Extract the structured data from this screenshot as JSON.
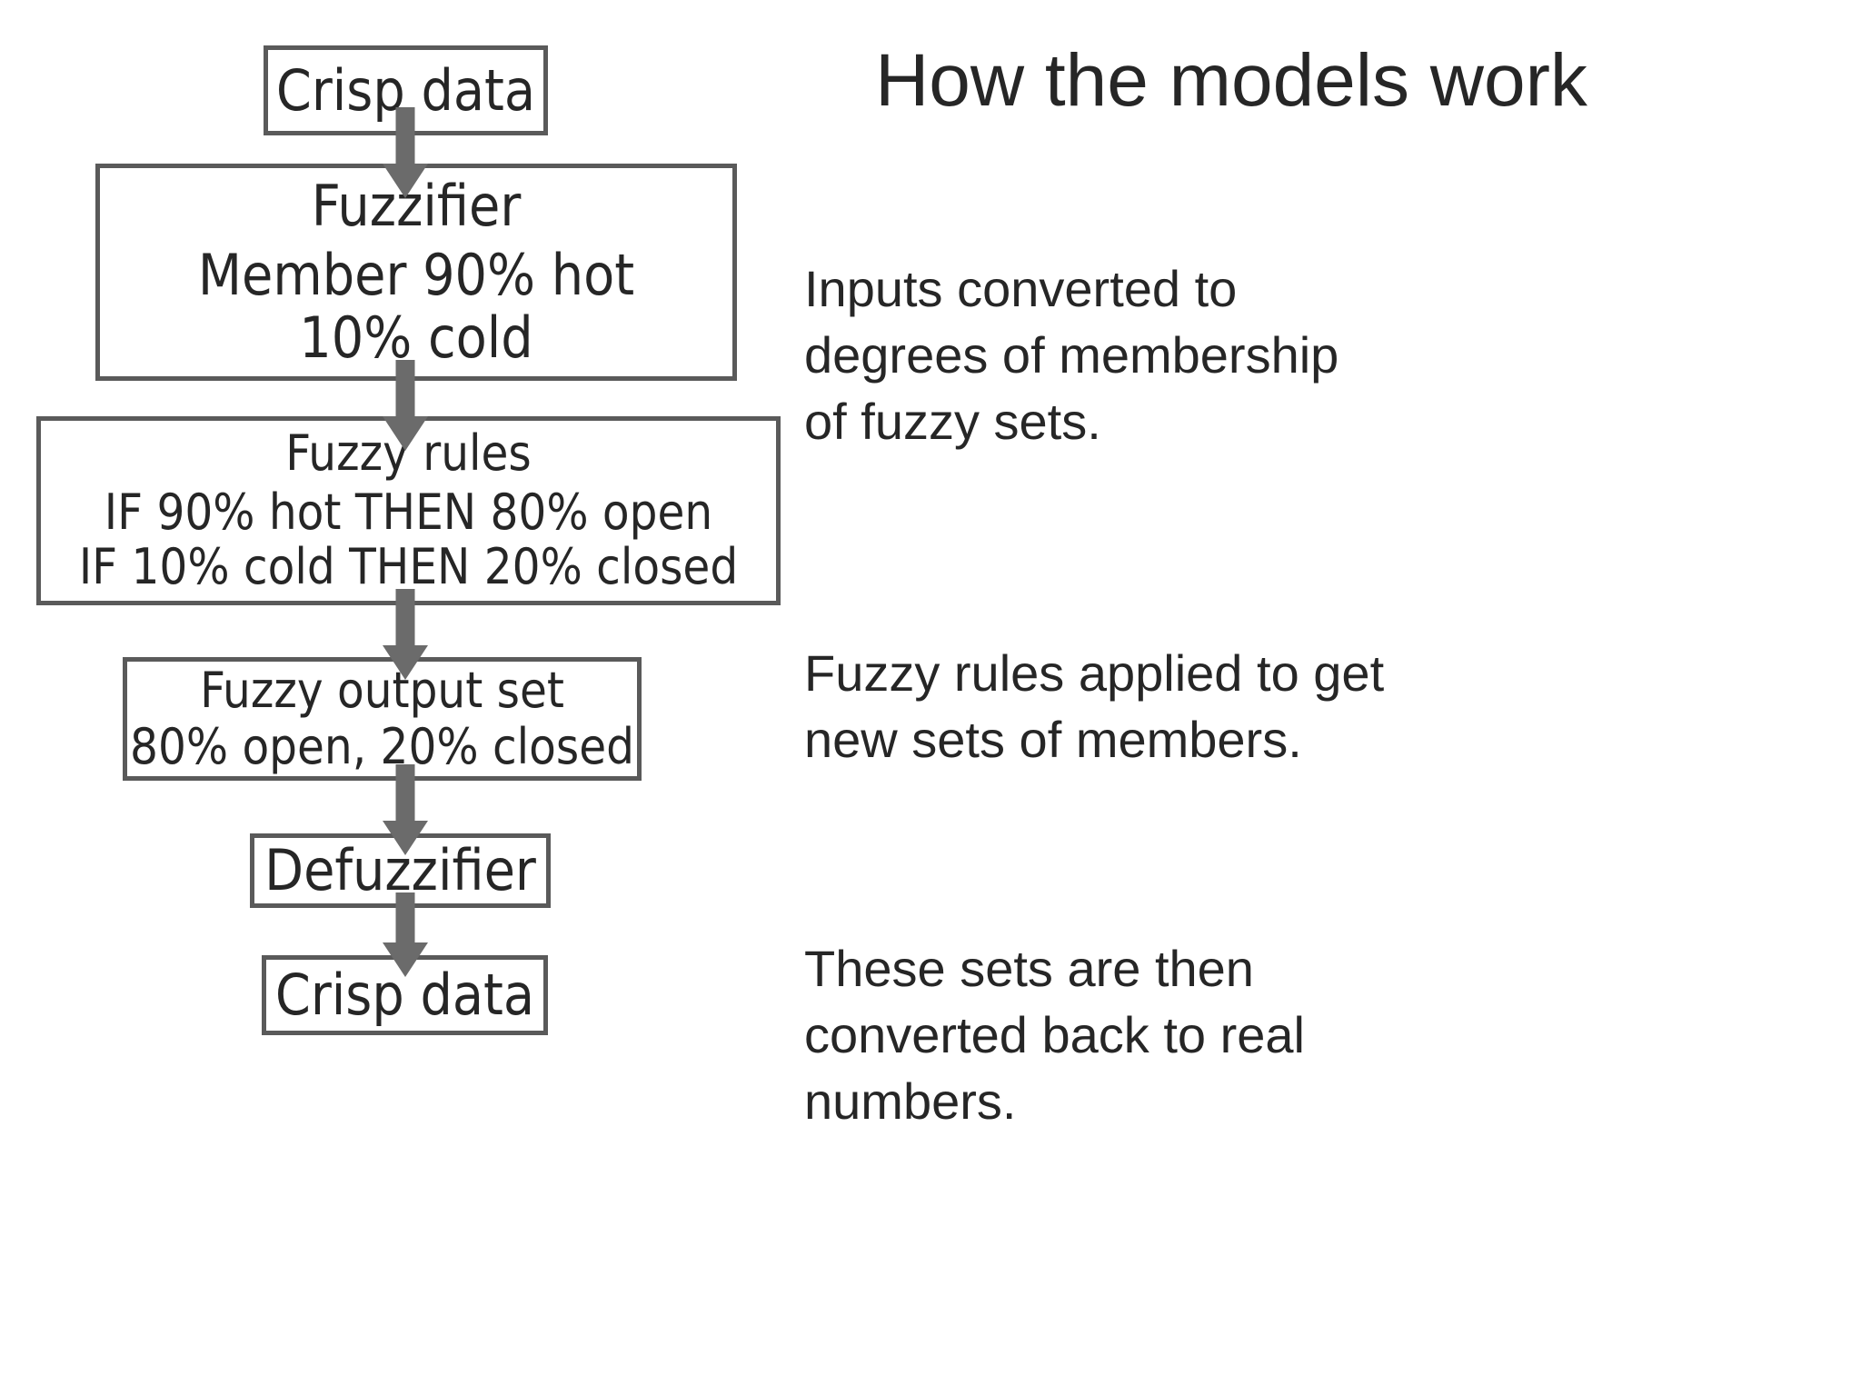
{
  "title": "How the models work",
  "flowchart": {
    "nodes": [
      {
        "id": "crisp-data-input",
        "lines": [
          "Crisp data"
        ]
      },
      {
        "id": "fuzzifier",
        "lines": [
          "Fuzzifier",
          "Member 90% hot",
          "10% cold"
        ]
      },
      {
        "id": "fuzzy-rules",
        "lines": [
          "Fuzzy rules",
          "IF 90% hot THEN 80% open",
          "IF 10% cold THEN 20% closed"
        ]
      },
      {
        "id": "fuzzy-output-set",
        "lines": [
          "Fuzzy output set",
          "80% open, 20% closed"
        ]
      },
      {
        "id": "defuzzifier",
        "lines": [
          "Defuzzifier"
        ]
      },
      {
        "id": "crisp-data-output",
        "lines": [
          "Crisp data"
        ]
      }
    ],
    "arrows": [
      {
        "id": "crisp-to-fuzzifier",
        "from": "crisp-data-input",
        "to": "fuzzifier"
      },
      {
        "id": "fuzzifier-to-rules",
        "from": "fuzzifier",
        "to": "fuzzy-rules"
      },
      {
        "id": "rules-to-output",
        "from": "fuzzy-rules",
        "to": "fuzzy-output-set"
      },
      {
        "id": "output-to-defuzzifier",
        "from": "fuzzy-output-set",
        "to": "defuzzifier"
      },
      {
        "id": "defuzzifier-to-crisp",
        "from": "defuzzifier",
        "to": "crisp-data-output"
      }
    ]
  },
  "notes": [
    {
      "id": "fuzzifier-note",
      "lines": [
        "Inputs converted to",
        "degrees of membership",
        "of fuzzy sets."
      ]
    },
    {
      "id": "rules-note",
      "lines": [
        "Fuzzy rules applied to get",
        "new sets of members."
      ]
    },
    {
      "id": "defuzzifier-note",
      "lines": [
        "These sets are then",
        "converted back to real",
        "numbers."
      ]
    }
  ],
  "colors": {
    "box_border": "#5a5a5a",
    "arrow": "#6b6b6b",
    "text": "#262626",
    "background": "#ffffff"
  }
}
